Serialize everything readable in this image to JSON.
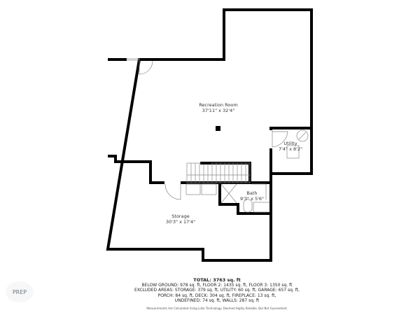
{
  "rooms": [
    {
      "name": "Recreation Room",
      "dims": "37'11\" x 32'4\""
    },
    {
      "name": "Utility",
      "dims": "7'4\" x 8'2\""
    },
    {
      "name": "Bath",
      "dims": "9'3\" x 5'6\""
    },
    {
      "name": "Storage",
      "dims": "30'3\" x 17'4\""
    }
  ],
  "summary": {
    "total": "TOTAL: 3763 sq. ft",
    "line1": "BELOW GROUND: 978 sq. ft, FLOOR 2: 1435 sq. ft, FLOOR 3: 1350 sq. ft",
    "line2": "EXCLUDED AREAS: STORAGE: 379 sq. ft, UTILITY: 60 sq. ft, GARAGE: 657 sq. ft,",
    "line3": "PORCH: 84 sq. ft, DECK: 304 sq. ft, FIREPLACE: 13 sq. ft,",
    "line4": "UNDEFINED: 74 sq. ft, WALLS: 287 sq. ft",
    "disclaimer": "Measurements Are Calculated Using Lidar Technology. Deemed Highly Reliable, But Not Guaranteed."
  },
  "logo": "PREP",
  "colors": {
    "wall": "#000000",
    "fixture": "#888888"
  }
}
